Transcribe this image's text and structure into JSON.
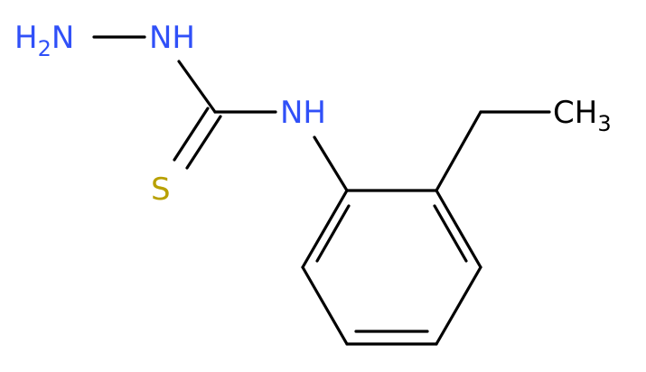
{
  "molecule": {
    "atoms": {
      "hydrazine_nh2": {
        "main": "H",
        "sub": "2",
        "tail": "N",
        "color": "#3050F8"
      },
      "hydrazine_nh": {
        "text": "NH",
        "color": "#3050F8"
      },
      "thioamide_nh": {
        "text": "NH",
        "color": "#3050F8"
      },
      "sulfur": {
        "text": "S",
        "color": "#B8A000"
      },
      "methyl": {
        "main": "CH",
        "sub": "3",
        "color": "#000000"
      }
    },
    "bond_color": "#000000"
  }
}
